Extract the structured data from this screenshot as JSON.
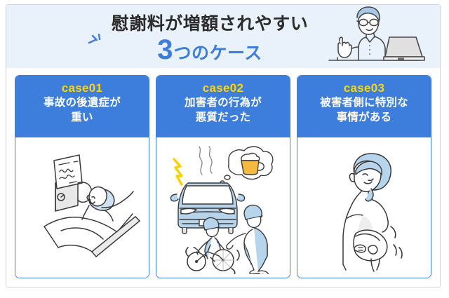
{
  "header": {
    "title_line1": "慰謝料が増額されやすい",
    "number": "3",
    "number_suffix": "つのケース",
    "background_color": "#e9f1fa",
    "accent_color": "#3d7ddb",
    "illustration": "man-with-laptop-pointing-up"
  },
  "cards": [
    {
      "case_label": "case01",
      "title_line1": "事故の後遺症が",
      "title_line2": "重い",
      "illustration": "patient-in-hospital-bed-with-monitor"
    },
    {
      "case_label": "case02",
      "title_line1": "加害者の行為が",
      "title_line2": "悪質だった",
      "illustration": "drunk-driving-car-hitting-child-on-bicycle"
    },
    {
      "case_label": "case03",
      "title_line1": "被害者側に特別な",
      "title_line2": "事情がある",
      "illustration": "pregnant-woman"
    }
  ],
  "colors": {
    "card_header_blue": "#3d7ddb",
    "case_label_yellow": "#ffd60a",
    "card_border_blue": "#3d7ddb",
    "frame_border": "#cfd5e0",
    "illustration_blue": "#a9c9e8",
    "illustration_line": "#3a3a3a",
    "beer_yellow": "#f5b942",
    "spark_yellow": "#ffd60a"
  }
}
